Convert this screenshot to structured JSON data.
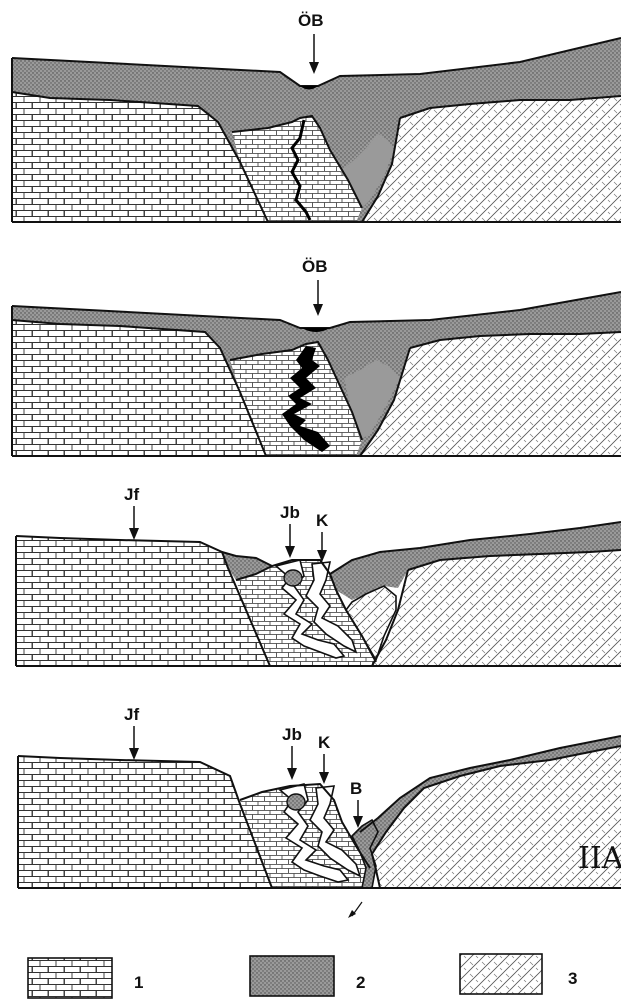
{
  "panels": [
    {
      "labels": [
        "ÖB"
      ]
    },
    {
      "labels": [
        "ÖB"
      ]
    },
    {
      "labels": [
        "Jf",
        "Jb",
        "K"
      ]
    },
    {
      "labels": [
        "Jf",
        "Jb",
        "K",
        "B"
      ]
    }
  ],
  "corner_mark": "IIA",
  "legend": {
    "items": [
      {
        "number": "1",
        "pattern": "limestone-brick"
      },
      {
        "number": "2",
        "pattern": "stippled-fill"
      },
      {
        "number": "3",
        "pattern": "crosshatch"
      }
    ]
  },
  "colors": {
    "ink": "#111111",
    "fill2": "#9a9a9a",
    "background": "#ffffff"
  }
}
